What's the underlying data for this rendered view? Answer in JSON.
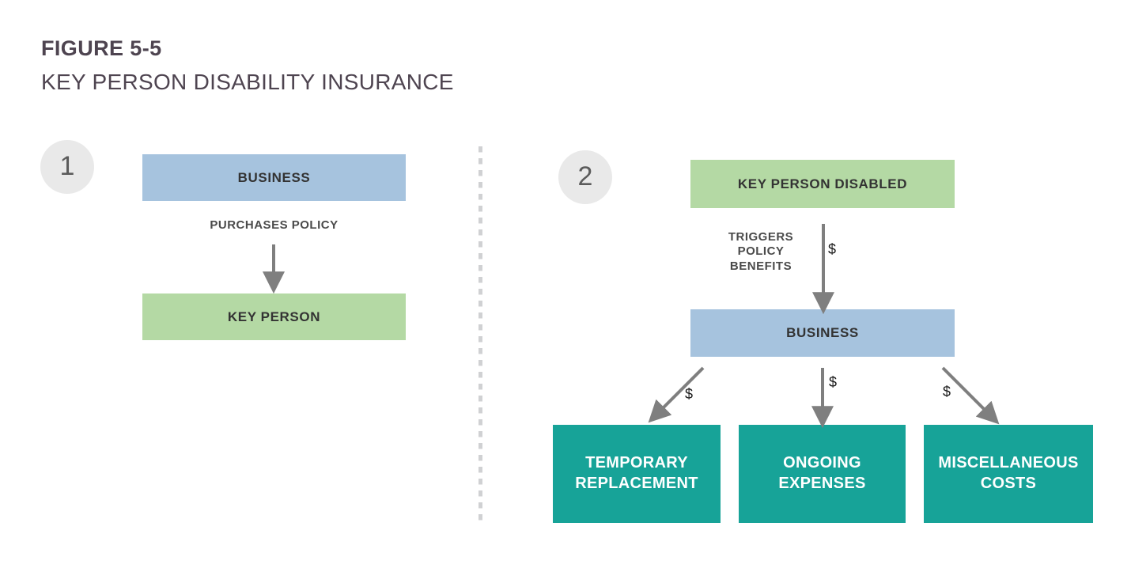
{
  "heading": {
    "figure_number": "FIGURE 5-5",
    "title": "KEY PERSON DISABILITY INSURANCE"
  },
  "colors": {
    "blue": "#a6c3de",
    "green": "#b4d9a4",
    "teal": "#17a398",
    "badge_gray": "#e9e9e9",
    "title_purple": "#4e4450",
    "arrow_gray": "#7f7f7f",
    "divider_gray": "#d0d1d3"
  },
  "steps": [
    {
      "badge": "1",
      "nodes": {
        "business": "BUSINESS",
        "key_person": "KEY PERSON"
      },
      "flow_label": "PURCHASES POLICY"
    },
    {
      "badge": "2",
      "nodes": {
        "key_person_disabled": "KEY PERSON DISABLED",
        "business": "BUSINESS"
      },
      "flow_label": "TRIGGERS\nPOLICY\nBENEFITS",
      "outcomes": [
        "TEMPORARY\nREPLACEMENT",
        "ONGOING\nEXPENSES",
        "MISCELLANEOUS\nCOSTS"
      ],
      "money_markers": [
        "$",
        "$",
        "$",
        "$"
      ]
    }
  ]
}
